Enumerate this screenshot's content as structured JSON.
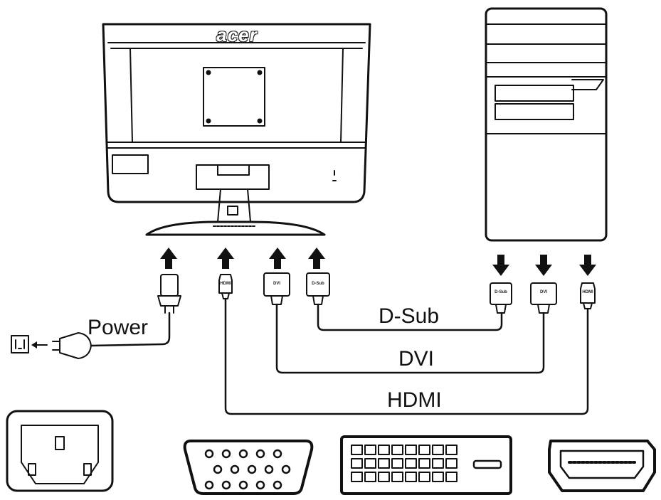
{
  "brand": {
    "logo_text": "acer"
  },
  "cables": {
    "power": "Power",
    "dsub": "D-Sub",
    "dvi": "DVI",
    "hdmi": "HDMI"
  },
  "plug_tags": {
    "monitor_hdmi": "HDMI",
    "monitor_dvi": "DVI",
    "monitor_dsub": "D-Sub",
    "pc_dsub": "D-Sub",
    "pc_dvi": "DVI",
    "pc_hdmi": "HDMI"
  },
  "colors": {
    "line": "#111111",
    "background": "#ffffff"
  }
}
